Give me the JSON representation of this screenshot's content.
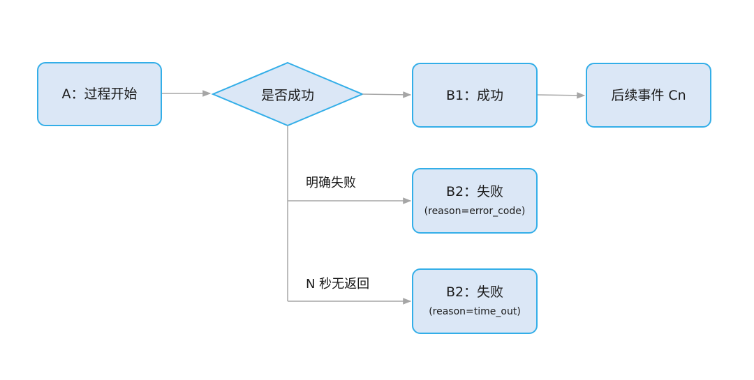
{
  "diagram": {
    "colors": {
      "node_fill": "#dbe7f6",
      "node_border": "#33aee8",
      "edge": "#a6a6a6",
      "text": "#1a1a1a",
      "background": "#ffffff"
    },
    "nodes": {
      "start": {
        "label": "A：过程开始"
      },
      "decision": {
        "label": "是否成功"
      },
      "success": {
        "label": "B1：成功"
      },
      "next_event": {
        "label": "后续事件 Cn"
      },
      "fail_error": {
        "label": "B2：失败",
        "sub": "(reason=error_code)"
      },
      "fail_timeout": {
        "label": "B2：失败",
        "sub": "(reason=time_out)"
      }
    },
    "edges": {
      "explicit_failure": {
        "label": "明确失败"
      },
      "timeout": {
        "label": "N 秒无返回"
      }
    }
  }
}
